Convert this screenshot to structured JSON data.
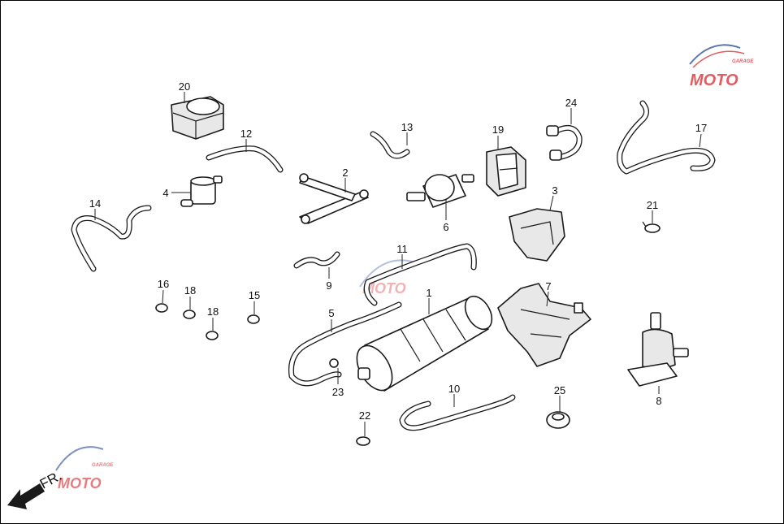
{
  "direction_label": "FR.",
  "watermark": {
    "text": "MOTO",
    "subtext": "GARAGE",
    "colors": {
      "red": "#d9262c",
      "blue": "#2a4a9a",
      "gray": "#9a9a9a"
    }
  },
  "callouts": [
    {
      "id": "20",
      "text": "20"
    },
    {
      "id": "12",
      "text": "12"
    },
    {
      "id": "4",
      "text": "4"
    },
    {
      "id": "14",
      "text": "14"
    },
    {
      "id": "2",
      "text": "2"
    },
    {
      "id": "13",
      "text": "13"
    },
    {
      "id": "6",
      "text": "6"
    },
    {
      "id": "19",
      "text": "19"
    },
    {
      "id": "24",
      "text": "24"
    },
    {
      "id": "3",
      "text": "3"
    },
    {
      "id": "17",
      "text": "17"
    },
    {
      "id": "21",
      "text": "21"
    },
    {
      "id": "9",
      "text": "9"
    },
    {
      "id": "11",
      "text": "11"
    },
    {
      "id": "16",
      "text": "16"
    },
    {
      "id": "18a",
      "text": "18"
    },
    {
      "id": "18b",
      "text": "18"
    },
    {
      "id": "15",
      "text": "15"
    },
    {
      "id": "5",
      "text": "5"
    },
    {
      "id": "1",
      "text": "1"
    },
    {
      "id": "7",
      "text": "7"
    },
    {
      "id": "23",
      "text": "23"
    },
    {
      "id": "10",
      "text": "10"
    },
    {
      "id": "25",
      "text": "25"
    },
    {
      "id": "8",
      "text": "8"
    },
    {
      "id": "22",
      "text": "22"
    }
  ]
}
